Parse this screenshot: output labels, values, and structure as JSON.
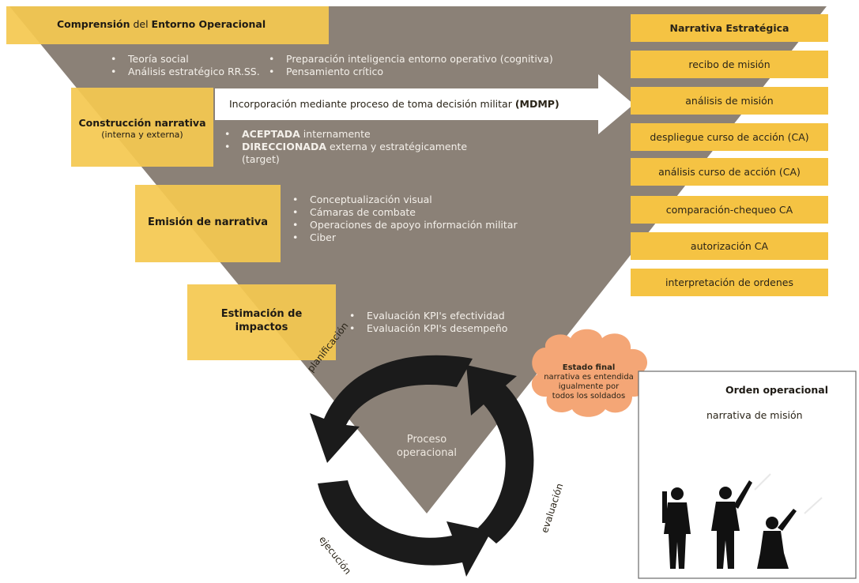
{
  "top_banner": {
    "bold1": "Comprensión",
    "mid": " del ",
    "bold2": "Entorno Operacional"
  },
  "entorno_left": [
    "Teoría social",
    "Análisis estratégico RR.SS."
  ],
  "entorno_right": [
    "Preparación inteligencia entorno operativo (cognitiva)",
    "Pensamiento crítico"
  ],
  "construccion": {
    "title": "Construcción narrativa",
    "subtitle": "(interna y externa)"
  },
  "arrow_text": {
    "main": "Incorporación mediante proceso de toma decisión militar ",
    "bold": "(MDMP)"
  },
  "construccion_points": [
    {
      "bold": "ACEPTADA",
      "rest": " internamente"
    },
    {
      "bold": "DIRECCIONADA",
      "rest": " externa y estratégicamente"
    }
  ],
  "construccion_target": "(target)",
  "emision": {
    "title": "Emisión de narrativa",
    "items": [
      "Conceptualización visual",
      "Cámaras de combate",
      "Operaciones de apoyo información militar",
      "Ciber"
    ]
  },
  "estimacion": {
    "title_line1": "Estimación de",
    "title_line2": "impactos",
    "items": [
      "Evaluación KPI's efectividad",
      "Evaluación KPI's desempeño"
    ]
  },
  "narrativa_estrategica": {
    "title": "Narrativa Estratégica",
    "steps": [
      "recibo de misión",
      "análisis de misión",
      "despliegue curso de acción (CA)",
      "análisis curso de acción (CA)",
      "comparación-chequeo CA",
      "autorización CA",
      "interpretación de ordenes"
    ]
  },
  "cycle": {
    "center_line1": "Proceso",
    "center_line2": "operacional",
    "label_planificacion": "planificación",
    "label_ejecucion": "ejecución",
    "label_evaluacion": "evaluación"
  },
  "estado_final": {
    "title": "Estado final",
    "lines": [
      "narrativa es entendida",
      "igualmente por",
      "todos los soldados"
    ]
  },
  "orden": {
    "title": "Orden operacional",
    "subtitle": "narrativa de misión"
  },
  "colors": {
    "triangle": "#8b8177",
    "yellow": "#f4c851",
    "cloud": "#f4a676",
    "arrow": "#1c1c1c"
  }
}
